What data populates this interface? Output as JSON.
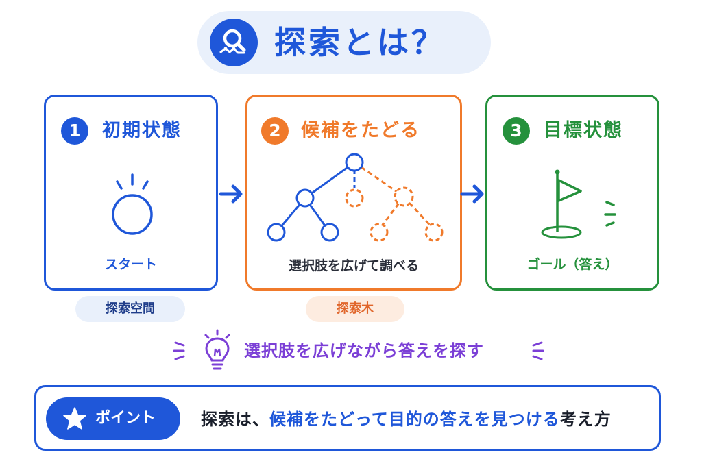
{
  "title": {
    "text": "探索とは？",
    "icon": "search-icon"
  },
  "colors": {
    "blue": "#1f57d9",
    "orange": "#f07a2b",
    "green": "#25913c",
    "purple": "#7b3fd6"
  },
  "steps": [
    {
      "number": "1",
      "title": "初期状態",
      "caption": "スタート",
      "icon": "start-circle-icon"
    },
    {
      "number": "2",
      "title": "候補をたどる",
      "caption": "選択肢を広げて調べる",
      "icon": "search-tree-icon"
    },
    {
      "number": "3",
      "title": "目標状態",
      "caption": "ゴール（答え）",
      "icon": "goal-flag-icon"
    }
  ],
  "tags": {
    "search_space": "探索空間",
    "search_tree": "探索木"
  },
  "idea": {
    "text": "選択肢を広げながら答えを探す",
    "icon": "lightbulb-icon"
  },
  "point": {
    "label": "ポイント",
    "icon": "star-icon",
    "part1": "探索は、",
    "part2": "候補をたどって目的の答えを見つける",
    "part3": "考え方"
  }
}
